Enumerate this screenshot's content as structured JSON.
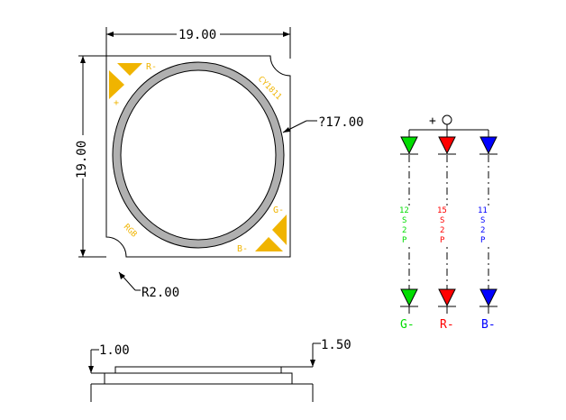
{
  "dimensions": {
    "width": "19.00",
    "height": "19.00",
    "diameter": "?17.00",
    "radius": "R2.00",
    "thickness_left": "1.00",
    "thickness_right": "1.50"
  },
  "pads": {
    "red_neg": "R-",
    "plus": "+",
    "green_neg": "G-",
    "blue_neg": "B-",
    "text_top_right": "CY1811",
    "text_bottom_left": "RGB"
  },
  "circuit": {
    "common_anode": "+",
    "channels": [
      {
        "name": "G-",
        "color": "#00dd00",
        "label": [
          "12",
          "S",
          "2",
          "P"
        ]
      },
      {
        "name": "R-",
        "color": "#ff0000",
        "label": [
          "15",
          "S",
          "2",
          "P"
        ]
      },
      {
        "name": "B-",
        "color": "#0000ff",
        "label": [
          "11",
          "S",
          "2",
          "P"
        ]
      }
    ]
  },
  "colors": {
    "pad": "#f0b400",
    "ring": "#b0b0b0",
    "outline": "#000000"
  }
}
